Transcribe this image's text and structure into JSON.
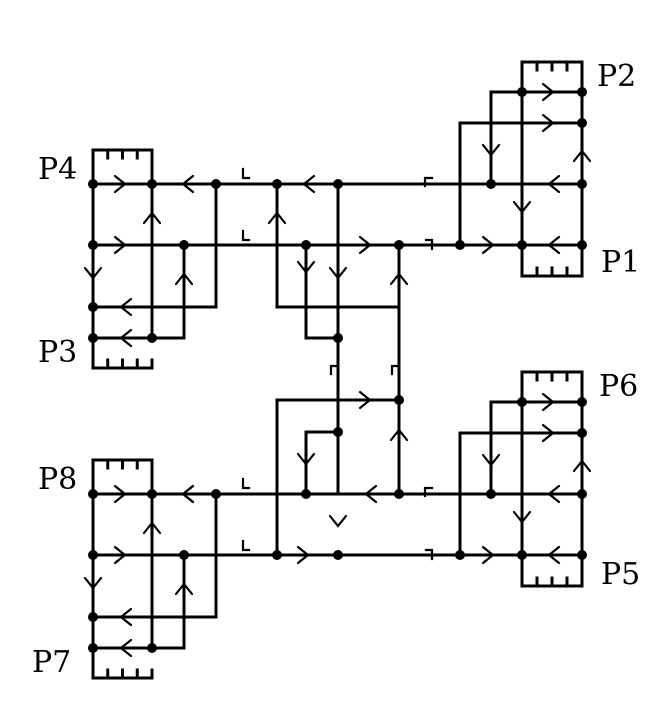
{
  "diagram": {
    "ports": {
      "p1": "P1",
      "p2": "P2",
      "p3": "P3",
      "p4": "P4",
      "p5": "P5",
      "p6": "P6",
      "p7": "P7",
      "p8": "P8"
    }
  }
}
